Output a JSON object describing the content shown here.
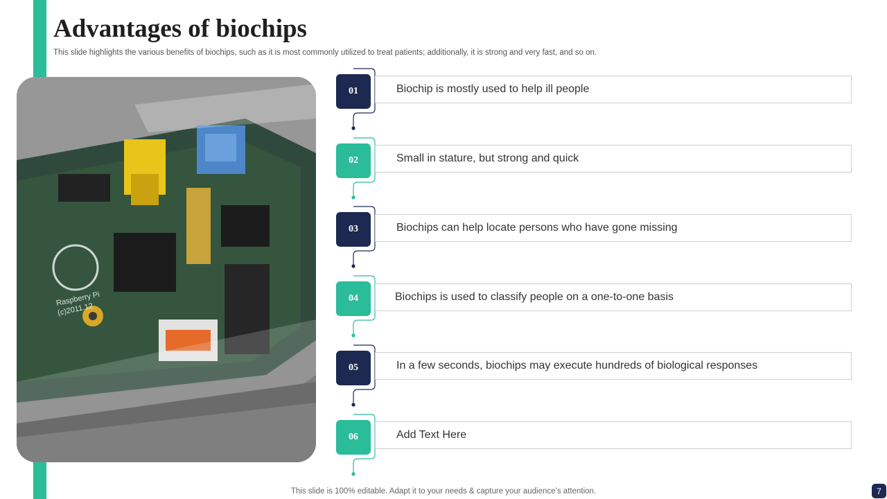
{
  "slide": {
    "title": "Advantages of biochips",
    "subtitle": "This slide highlights the various benefits of biochips, such as it is most commonly utilized to treat patients; additionally, it is strong and very fast, and so on.",
    "footer": "This slide is 100% editable. Adapt it to your needs & capture your audience’s attention.",
    "page_number": "7"
  },
  "photo": {
    "description_icon": "circuit-board-image",
    "board_label": "Raspberry Pi",
    "board_copyright": "(c)2011.12"
  },
  "items": [
    {
      "number": "01",
      "text": "Biochip is mostly used to help ill people",
      "color": "#1d2951"
    },
    {
      "number": "02",
      "text": "Small in stature, but strong and quick",
      "color": "#2bbc9a"
    },
    {
      "number": "03",
      "text": "Biochips can help locate persons who have gone missing",
      "color": "#1d2951"
    },
    {
      "number": "04",
      "text": "Biochips is used to classify people on a one-to-one basis",
      "color": "#2bbc9a"
    },
    {
      "number": "05",
      "text": "In a few seconds, biochips may execute hundreds of biological responses",
      "color": "#1d2951"
    },
    {
      "number": "06",
      "text": "Add Text Here",
      "color": "#2bbc9a"
    }
  ],
  "colors": {
    "accent": "#2bbc9a",
    "navy": "#1d2951"
  }
}
